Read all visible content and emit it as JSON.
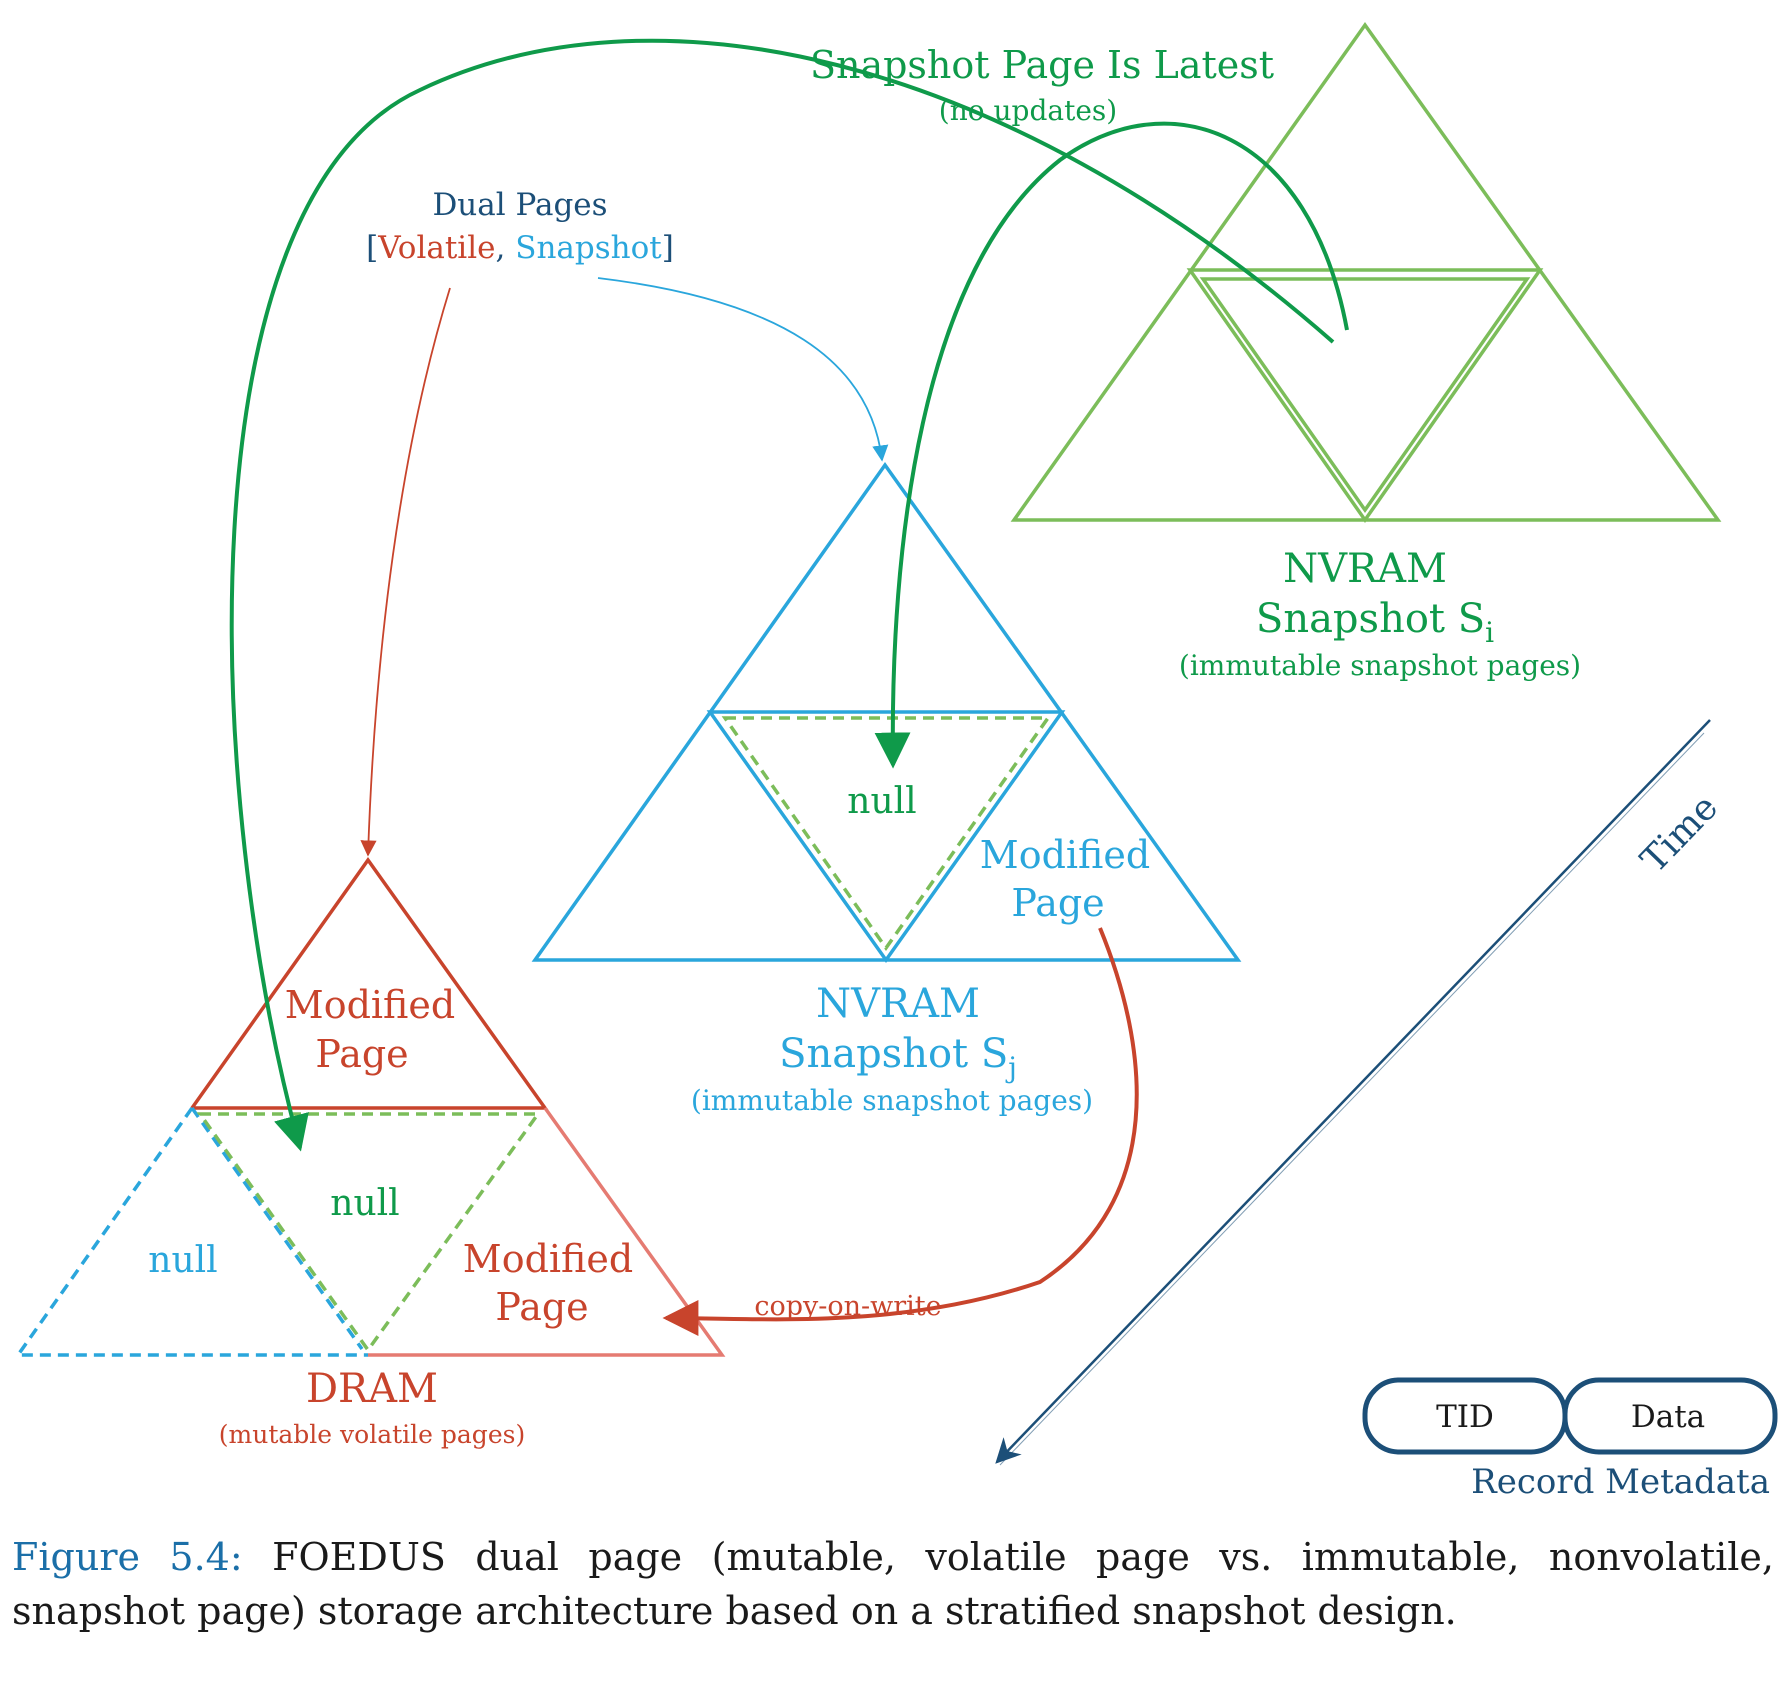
{
  "colors": {
    "green_light": "#7cbd5a",
    "green_dark": "#0f9a4a",
    "blue": "#2aa6dc",
    "red": "#c8442c",
    "red_light": "#e57b72",
    "navy": "#1c4f78",
    "caption_blue": "#1b6fa8"
  },
  "labels": {
    "snapshot_latest": {
      "title": "Snapshot Page Is Latest",
      "sub": "(no updates)"
    },
    "dual_pages": {
      "title": "Dual Pages",
      "open": "[",
      "volatile": "Volatile",
      "comma": ", ",
      "snapshot": "Snapshot",
      "close": "]"
    },
    "nvram_i": {
      "line1": "NVRAM",
      "line2": "Snapshot S",
      "sub_letter": "i",
      "desc": "(immutable snapshot pages)"
    },
    "nvram_j": {
      "line1": "NVRAM",
      "line2": "Snapshot S",
      "sub_letter": "j",
      "desc": "(immutable snapshot pages)"
    },
    "dram": {
      "title": "DRAM",
      "desc": "(mutable volatile pages)"
    },
    "null_j": "null",
    "modified_j": {
      "line1": "Modified",
      "line2": "Page"
    },
    "modified_dram_top": {
      "line1": "Modified",
      "line2": "Page"
    },
    "modified_dram_right": {
      "line1": "Modified",
      "line2": "Page"
    },
    "null_dram_mid": "null",
    "null_dram_left": "null",
    "copy_on_write": "copy-on-write",
    "time": "Time",
    "record": {
      "tid": "TID",
      "data": "Data",
      "caption": "Record Metadata"
    }
  },
  "figure_caption": {
    "label": "Figure 5.4:",
    "text": " FOEDUS dual page (mutable, volatile page vs. immutable, nonvolatile, snapshot page) storage architecture based on a stratified snapshot design."
  }
}
